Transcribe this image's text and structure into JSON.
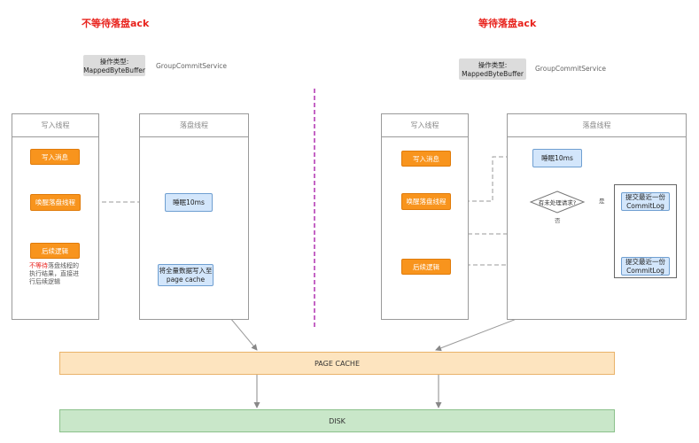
{
  "left": {
    "title": "不等待落盘ack",
    "op_type": "操作类型:",
    "op_value": "MappedByteBuffer",
    "service": "GroupCommitService",
    "write_panel": "写入线程",
    "flush_panel": "落盘线程",
    "write_msg": "写入消息",
    "wake_flush": "唤醒落盘线程",
    "follow_logic": "后续逻辑",
    "note_red": "不等待",
    "note_rest_1": "落盘线程的",
    "note_rest_2": "执行结果，直接进",
    "note_rest_3": "行后续逻辑",
    "sleep": "睡眠10ms",
    "write_all_1": "将全量数据写入至",
    "write_all_2": "page cache"
  },
  "right": {
    "title": "等待落盘ack",
    "op_type": "操作类型:",
    "op_value": "MappedByteBuffer",
    "service": "GroupCommitService",
    "write_panel": "写入线程",
    "flush_panel": "落盘线程",
    "write_msg": "写入消息",
    "wake_flush": "唤醒落盘线程",
    "follow_logic": "后续逻辑",
    "sleep": "睡眠10ms",
    "decision": "有未处理请求?",
    "yes": "是",
    "no": "否",
    "commit1_1": "提交最近一份",
    "commit1_2": "CommitLog",
    "commit2_1": "提交最近一份",
    "commit2_2": "CommitLog"
  },
  "page_cache": "PAGE CACHE",
  "disk": "DISK",
  "colors": {
    "title": "#e8221c",
    "orange": "#f8941d",
    "blue": "#d3e6fb",
    "page_cache": "#fde4bf",
    "disk": "#c9e7c9",
    "divider": "#b030b0"
  }
}
